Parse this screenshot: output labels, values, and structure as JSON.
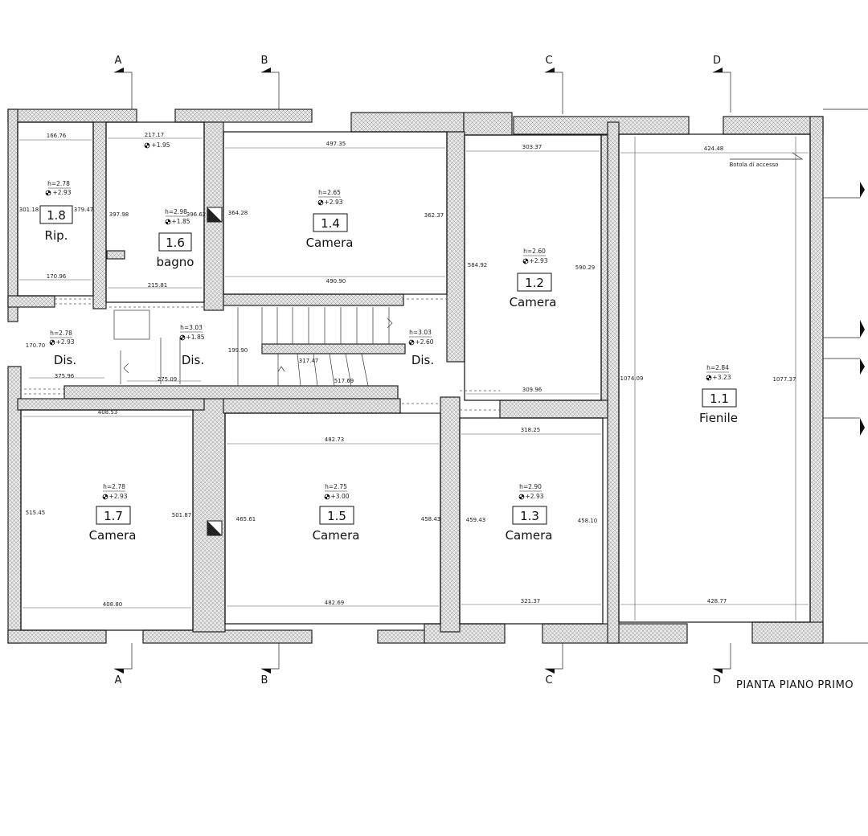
{
  "title": "PIANTA PIANO PRIMO",
  "axes": [
    "A",
    "B",
    "C",
    "D"
  ],
  "rooms": {
    "r18": {
      "num": "1.8",
      "name": "Rip.",
      "h": "h=2.78",
      "lvl": "+2.93",
      "d_top": "166.76",
      "d_left": "301.18",
      "d_right": "379.47",
      "d_bot": "170.96"
    },
    "r16": {
      "num": "1.6",
      "name": "bagno",
      "h": "h=2.98",
      "lvl": "+1.85",
      "lvl2": "+1.95",
      "d_top": "217.17",
      "d_left": "397.98",
      "d_right": "396.62",
      "d_bot": "215.81"
    },
    "r14": {
      "num": "1.4",
      "name": "Camera",
      "h": "h=2.65",
      "lvl": "+2.93",
      "d_top": "497.35",
      "d_left": "364.28",
      "d_right": "362.37",
      "d_bot": "490.90"
    },
    "r12": {
      "num": "1.2",
      "name": "Camera",
      "h": "h=2.60",
      "lvl": "+2.93",
      "d_top": "303.37",
      "d_left": "584.92",
      "d_right": "590.29",
      "d_bot": "309.96"
    },
    "r11": {
      "num": "1.1",
      "name": "Fienile",
      "h": "h=2.84",
      "lvl": "+3.23",
      "d_top": "424.48",
      "d_left": "1074.09",
      "d_right": "1077.37",
      "d_bot": "428.77",
      "note": "Botola di accesso"
    },
    "dis1": {
      "name": "Dis.",
      "h": "h=2.78",
      "lvl": "+2.93",
      "d_left": "170.70",
      "d_bot": "375.96"
    },
    "dis2": {
      "name": "Dis.",
      "h": "h=3.03",
      "lvl": "+1.85",
      "d_bot": "275.09"
    },
    "dis3": {
      "name": "Dis.",
      "h": "h=3.03",
      "lvl": "+2.60",
      "d_a": "199.90",
      "d_b": "317.47",
      "d_c": "517.69"
    },
    "r17": {
      "num": "1.7",
      "name": "Camera",
      "h": "h=2.78",
      "lvl": "+2.93",
      "d_top": "408.53",
      "d_left": "515.45",
      "d_right": "501.87",
      "d_bot": "408.80"
    },
    "r15": {
      "num": "1.5",
      "name": "Camera",
      "h": "h=2.75",
      "lvl": "+3.00",
      "d_top": "482.73",
      "d_left": "465.61",
      "d_right": "458.43",
      "d_bot": "482.69"
    },
    "r13": {
      "num": "1.3",
      "name": "Camera",
      "h": "h=2.90",
      "lvl": "+2.93",
      "d_top": "318.25",
      "d_left": "459.43",
      "d_right": "458.10",
      "d_bot": "321.37"
    }
  }
}
